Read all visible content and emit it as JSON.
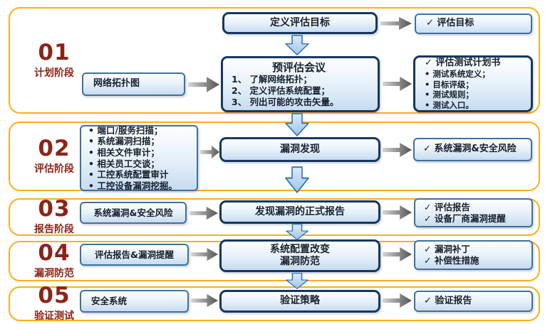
{
  "diagram": {
    "colors": {
      "stage_border": "#FCAF17",
      "phase_label": "#8C2318",
      "light_box_border": "#41719C",
      "heavy_box_border": "#17375E",
      "down_arrow": "#2E74B5",
      "gray_arrow": "#5A5A5A"
    },
    "phases": [
      {
        "number": "01",
        "name": "计划阶段",
        "goal_box": "定义评估目标",
        "goal_output": "✓ 评估目标",
        "input_box": "网络拓扑图",
        "meeting": {
          "title": "预评估会议",
          "items": [
            "1、 了解网络拓扑；",
            "2、 定义评估系统配置；",
            "3、 列出可能的攻击矢量。"
          ]
        },
        "plan_output": {
          "title": "✓ 评估测试计划书",
          "items": [
            "• 测试系统定义；",
            "• 目标评级；",
            "• 测试规则；",
            "• 测试入口。"
          ]
        }
      },
      {
        "number": "02",
        "name": "评估阶段",
        "input_items": [
          "• 端口/服务扫描；",
          "• 系统漏洞扫描；",
          "• 相关文件审计；",
          "• 相关员工交谈；",
          "• 工控系统配置审计",
          "• 工控设备漏洞挖掘。"
        ],
        "center_box": "漏洞发现",
        "output_box": "✓ 系统漏洞&安全风险"
      },
      {
        "number": "03",
        "name": "报告阶段",
        "input_box": "系统漏洞&安全风险",
        "center_box": "发现漏洞的正式报告",
        "output_items": [
          "✓ 评估报告",
          "✓ 设备厂商漏洞提醒"
        ]
      },
      {
        "number": "04",
        "name": "漏洞防范",
        "input_box": "评估报告&漏洞提醒",
        "center_lines": [
          "系统配置改变",
          "漏洞防范"
        ],
        "output_items": [
          "✓ 漏洞补丁",
          "✓ 补偿性措施"
        ]
      },
      {
        "number": "05",
        "name": "验证测试",
        "input_box": "安全系统",
        "center_box": "验证策略",
        "output_box": "✓ 验证报告"
      }
    ]
  }
}
